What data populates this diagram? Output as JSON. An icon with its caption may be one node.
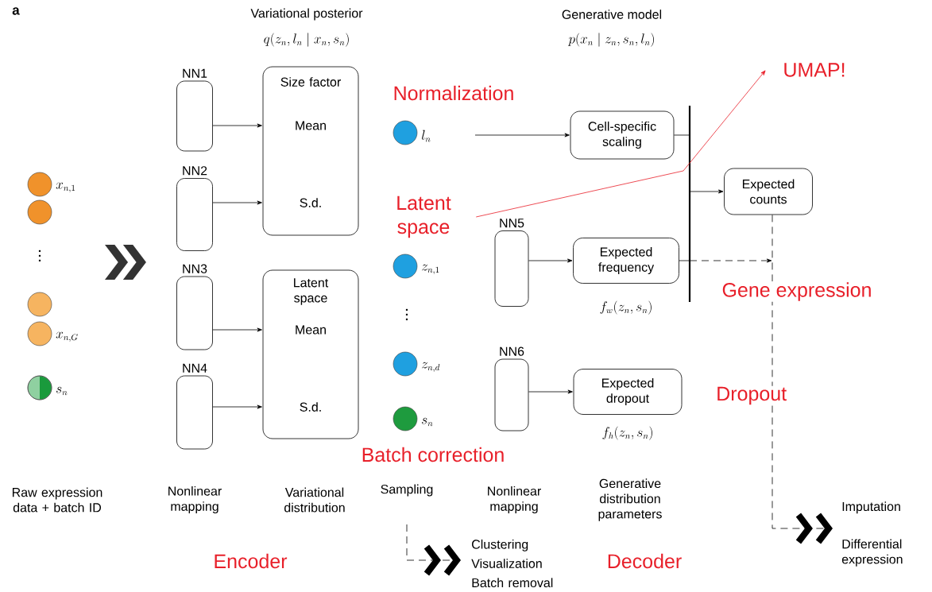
{
  "diagram": {
    "nodes": [
      {
        "text": [],
        "shape": "circle",
        "beside": [
          "x_{n,1}"
        ]
      },
      {
        "text": [],
        "shape": "circle"
      },
      {
        "text": [],
        "shape": "circle"
      },
      {
        "text": [],
        "shape": "circle",
        "beside": [
          "x_{n,G}"
        ]
      },
      {
        "text": [],
        "shape": "circle",
        "beside": [
          "s_n"
        ]
      },
      {
        "text": [
          "NN1"
        ]
      },
      {
        "text": [
          "NN2"
        ]
      },
      {
        "text": [
          "NN3"
        ]
      },
      {
        "text": [
          "NN4"
        ]
      },
      {
        "text": [
          "Size factor",
          "Mean",
          "S.d."
        ]
      },
      {
        "text": [
          "Latent space",
          "Mean",
          "S.d."
        ]
      },
      {
        "text": [],
        "shape": "circle",
        "beside": [
          "l_n"
        ]
      },
      {
        "text": [],
        "shape": "circle",
        "beside": [
          "z_{n,1}"
        ]
      },
      {
        "text": [],
        "shape": "circle",
        "beside": [
          "z_{n,d}"
        ]
      },
      {
        "text": [],
        "shape": "circle",
        "beside": [
          "s_n"
        ]
      },
      {
        "text": [
          "NN5"
        ]
      },
      {
        "text": [
          "NN6"
        ]
      },
      {
        "text": [
          "Cell-specific scaling"
        ]
      },
      {
        "text": [
          "Expected frequency"
        ],
        "beside": [
          "f_w(z_n, s_n)"
        ]
      },
      {
        "text": [
          "Expected dropout"
        ],
        "beside": [
          "f_h(z_n, s_n)"
        ]
      },
      {
        "text": [
          "Expected counts"
        ]
      },
      {
        "text": [],
        "shape": "bar"
      },
      {
        "text": [
          "Imputation",
          "Differential expression"
        ]
      },
      {
        "text": [
          "Clustering",
          "Visualization",
          "Batch removal"
        ]
      },
      {
        "text": [
          "Latent space"
        ]
      },
      {
        "text": [
          "UMAP!"
        ]
      }
    ],
    "edges": [
      {
        "from": 5,
        "to": 9,
        "arrow": "to"
      },
      {
        "from": 6,
        "to": 9,
        "arrow": "to"
      },
      {
        "from": 7,
        "to": 10,
        "arrow": "to"
      },
      {
        "from": 8,
        "to": 10,
        "arrow": "to"
      },
      {
        "from": null,
        "to": 17,
        "arrow": "to"
      },
      {
        "from": 15,
        "to": 18,
        "arrow": "to"
      },
      {
        "from": 16,
        "to": 19,
        "arrow": "to"
      },
      {
        "from": 17,
        "to": 21,
        "arrow": "none"
      },
      {
        "from": 18,
        "to": 21,
        "arrow": "none"
      },
      {
        "from": 21,
        "to": 20,
        "arrow": "to"
      },
      {
        "from": 21,
        "to": null,
        "arrow": "to",
        "style": "dashed"
      },
      {
        "from": 20,
        "to": 22,
        "arrow": "to",
        "style": "dashed"
      },
      {
        "from": null,
        "to": 23,
        "arrow": "to",
        "style": "dashed"
      },
      {
        "from": 24,
        "to": 25,
        "arrow": "to",
        "color": "#e8202a"
      }
    ],
    "labels": [
      "a",
      "Variational posterior",
      "q(z_n, l_n \\mid x_n, s_n)",
      "Generative model",
      "p(x_n \\mid z_n, s_n, l_n)",
      "Normalization",
      "Gene expression",
      "Dropout",
      "Batch correction",
      "Raw expression data + batch ID",
      "Nonlinear mapping",
      "Variational distribution",
      "Sampling",
      "Nonlinear mapping",
      "Generative distribution parameters",
      "Encoder",
      "Decoder"
    ]
  }
}
